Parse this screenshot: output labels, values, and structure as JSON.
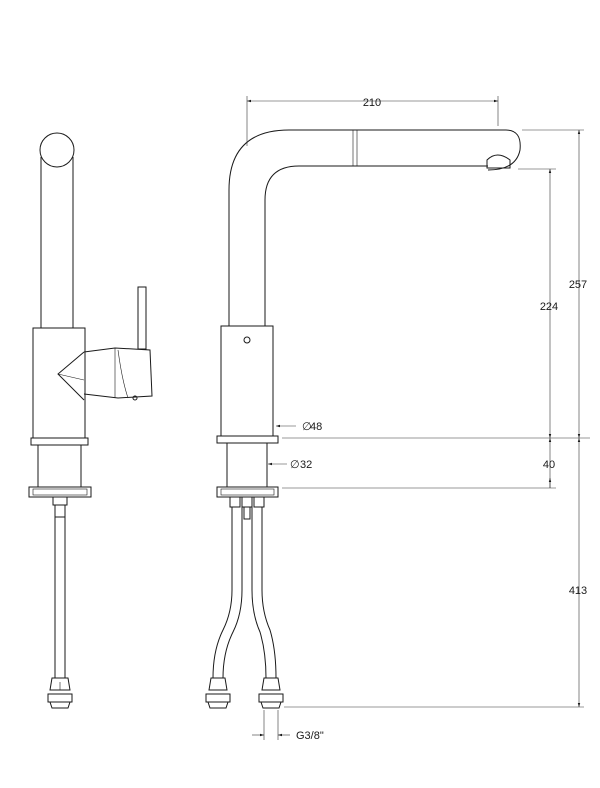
{
  "dimensions": {
    "spout_reach": "210",
    "total_height": "257",
    "spout_height": "224",
    "body_diameter_symbol": "∅",
    "body_diameter": "48",
    "base_diameter_symbol": "∅",
    "base_diameter": "32",
    "max_deck_thickness": "40",
    "hose_length": "413",
    "thread": "G3/8\""
  },
  "colors": {
    "line": "#1a1a1a",
    "background": "#ffffff"
  }
}
